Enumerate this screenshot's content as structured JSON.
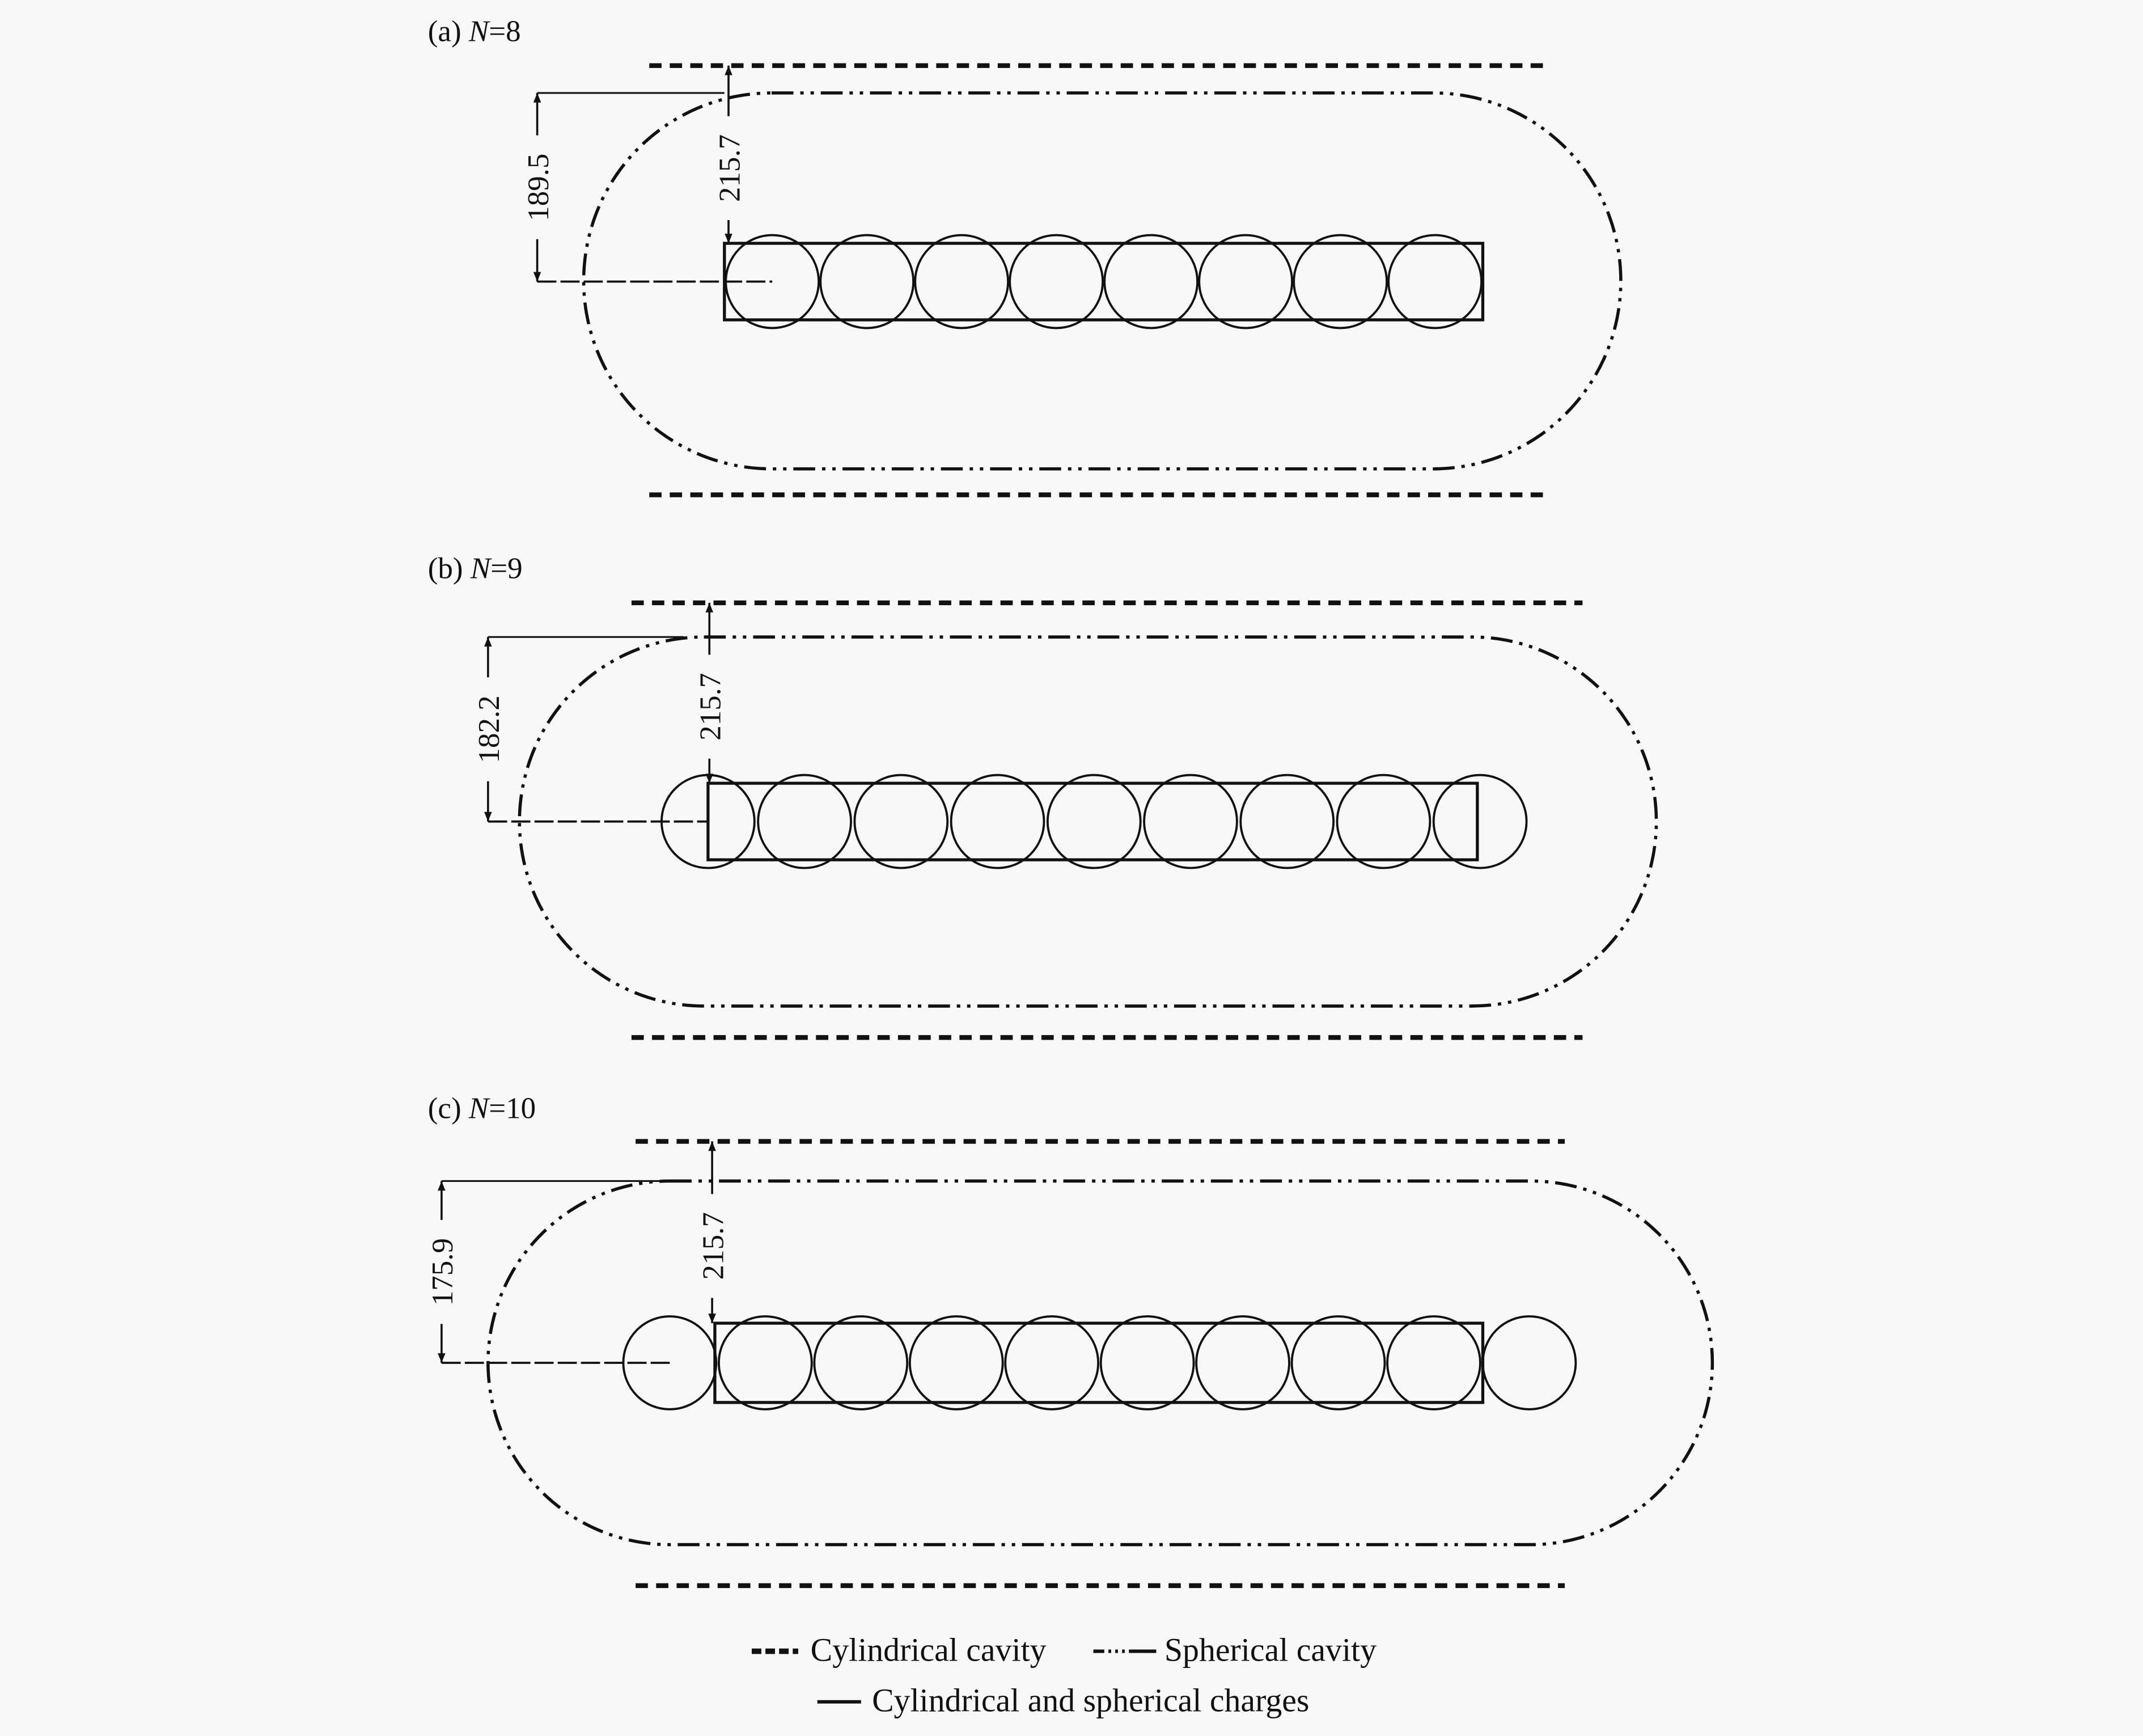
{
  "panels": [
    {
      "id": "a",
      "prefix": "(a) ",
      "var": "N",
      "suffix": "=8",
      "N": 8,
      "dim_inner": "189.5",
      "dim_outer": "215.7"
    },
    {
      "id": "b",
      "prefix": "(b) ",
      "var": "N",
      "suffix": "=9",
      "N": 9,
      "dim_inner": "182.2",
      "dim_outer": "215.7"
    },
    {
      "id": "c",
      "prefix": "(c) ",
      "var": "N",
      "suffix": "=10",
      "N": 10,
      "dim_inner": "175.9",
      "dim_outer": "215.7"
    }
  ],
  "legend": {
    "cylindrical_cavity": "Cylindrical cavity",
    "spherical_cavity": "Spherical cavity",
    "charges": "Cylindrical and spherical charges"
  },
  "colors": {
    "ink": "#111111",
    "background": "#f8f8f8"
  }
}
